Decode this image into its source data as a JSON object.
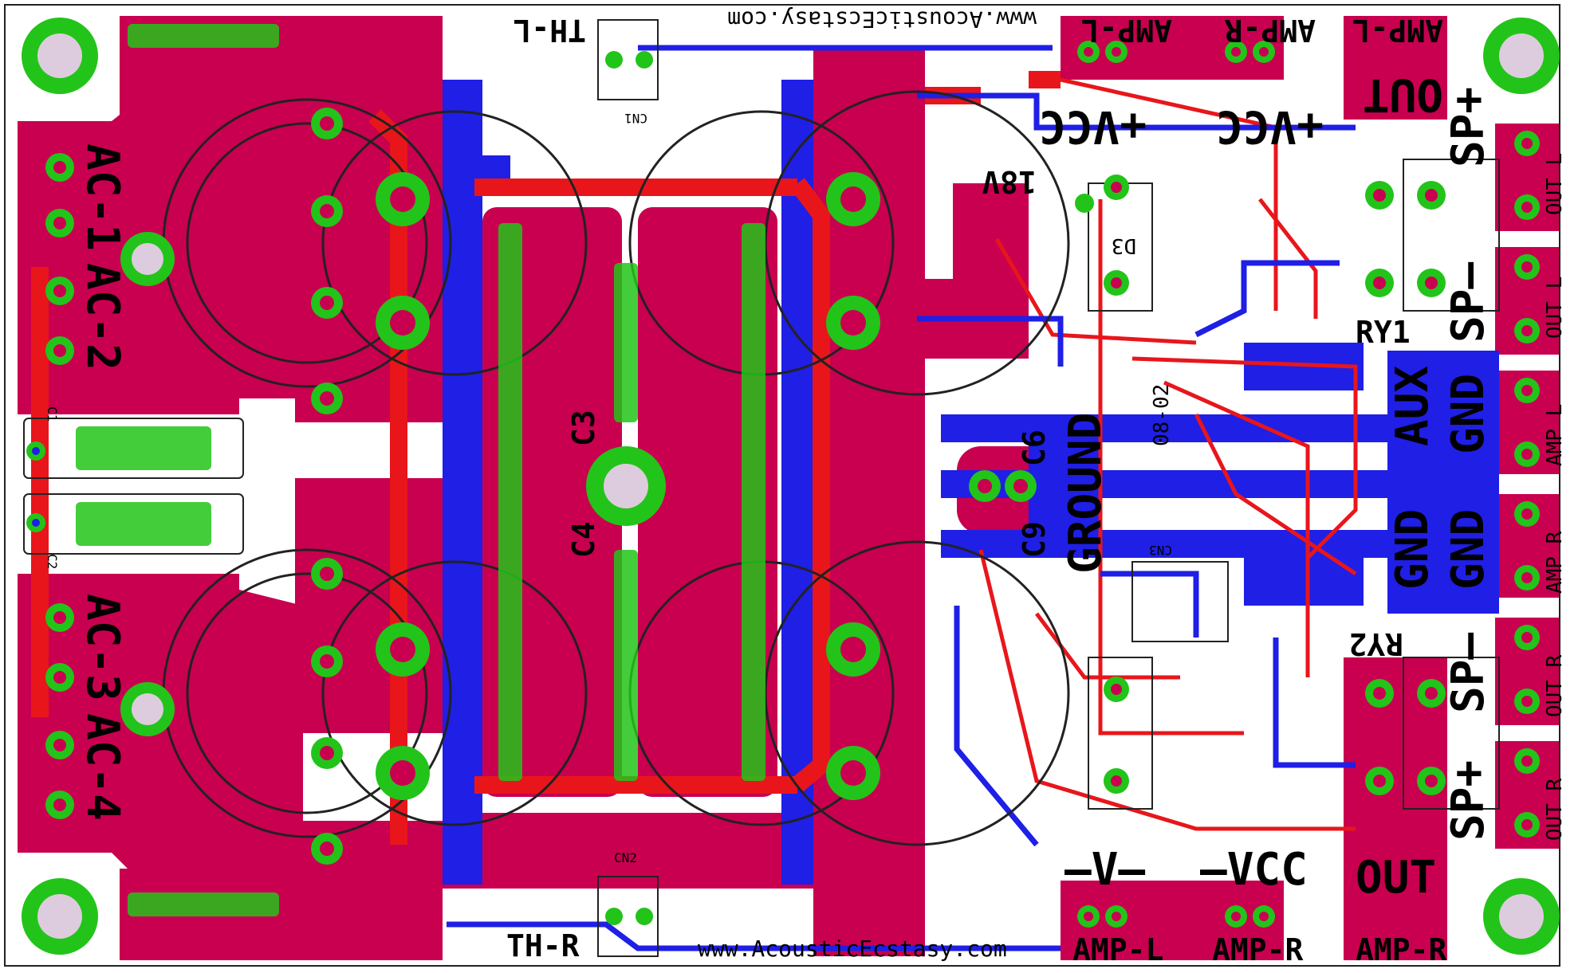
{
  "board": {
    "colors": {
      "background": "#ffffff",
      "top_copper": "#e8161b",
      "pour": "#c8004f",
      "bottom_copper": "#1f1fe6",
      "pad": "#22c419",
      "drill": "#c8004f",
      "silk": "#000000"
    },
    "labels": {
      "ac1": "AC-1",
      "ac2": "AC-2",
      "ac3": "AC-3",
      "ac4": "AC-4",
      "amp_l_top": "AMP-L",
      "amp_r_top": "AMP-R",
      "amp_l_right": "AMP-L",
      "out_top": "OUT",
      "sp_plus_l": "SP+",
      "sp_minus_l": "SP–",
      "aux": "AUX",
      "gnd_1": "GND",
      "gnd_2": "GND",
      "gnd_3": "GND",
      "sp_minus_r": "SP–",
      "sp_plus_r": "SP+",
      "out_l1": "OUT L",
      "out_l2": "OUT L",
      "amp_l_side": "AMP L",
      "amp_r_side": "AMP R",
      "out_r1": "OUT R",
      "out_r2": "OUT R",
      "out_bottom": "OUT",
      "amp_l_bottom": "AMP-L",
      "amp_r_bottom": "AMP-R",
      "amp_r_right": "AMP-R",
      "vcc_plus": "+VCC",
      "vcc_plus_2": "+VCC",
      "v_minus": "–V–",
      "vcc_minus": "–VCC",
      "ground": "GROUND",
      "th_l": "TH-L",
      "th_r": "TH-R",
      "url_top": "www.AcousticEcstasy.com",
      "url_bottom": "www.AcousticEcstasy.com",
      "rev": "08-02",
      "ry1": "RY1",
      "ry2": "RY2",
      "cn1": "CN1",
      "cn2": "CN2",
      "cn3": "CN3",
      "c1": "C1",
      "c2": "C2",
      "c3": "C3",
      "c4": "C4",
      "c6": "C6",
      "c9": "C9",
      "d3": "D3",
      "v18": "18V"
    }
  }
}
